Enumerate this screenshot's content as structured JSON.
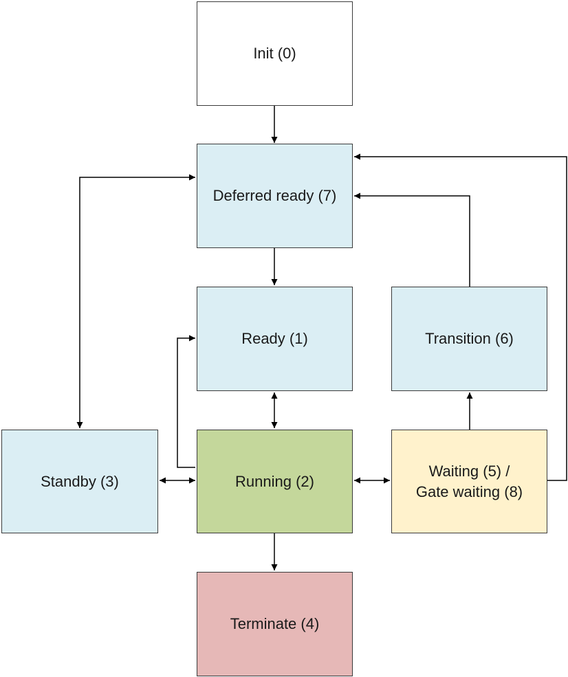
{
  "diagram": {
    "states": {
      "init": {
        "label": "Init (0)",
        "color": "#ffffff"
      },
      "deferred": {
        "label": "Deferred ready (7)",
        "color": "#dbeef4"
      },
      "ready": {
        "label": "Ready (1)",
        "color": "#dbeef4"
      },
      "transition": {
        "label": "Transition (6)",
        "color": "#dbeef4"
      },
      "standby": {
        "label": "Standby (3)",
        "color": "#dbeef4"
      },
      "running": {
        "label": "Running (2)",
        "color": "#c4d79b"
      },
      "waiting": {
        "label_line1": "Waiting (5) /",
        "label_line2": "Gate waiting (8)",
        "color": "#fff2cc"
      },
      "terminate": {
        "label": "Terminate (4)",
        "color": "#e6b8b7"
      }
    },
    "transitions": [
      {
        "from": "init",
        "to": "deferred",
        "direction": "one-way"
      },
      {
        "from": "deferred",
        "to": "ready",
        "direction": "one-way"
      },
      {
        "from": "ready",
        "to": "running",
        "direction": "two-way"
      },
      {
        "from": "running",
        "to": "terminate",
        "direction": "one-way"
      },
      {
        "from": "standby",
        "to": "running",
        "direction": "two-way"
      },
      {
        "from": "running",
        "to": "waiting",
        "direction": "two-way"
      },
      {
        "from": "waiting",
        "to": "transition",
        "direction": "one-way"
      },
      {
        "from": "transition",
        "to": "deferred",
        "direction": "one-way"
      },
      {
        "from": "waiting",
        "to": "deferred",
        "direction": "one-way"
      },
      {
        "from": "deferred",
        "to": "standby",
        "direction": "two-way"
      },
      {
        "from": "running",
        "to": "ready",
        "direction": "one-way"
      }
    ]
  }
}
